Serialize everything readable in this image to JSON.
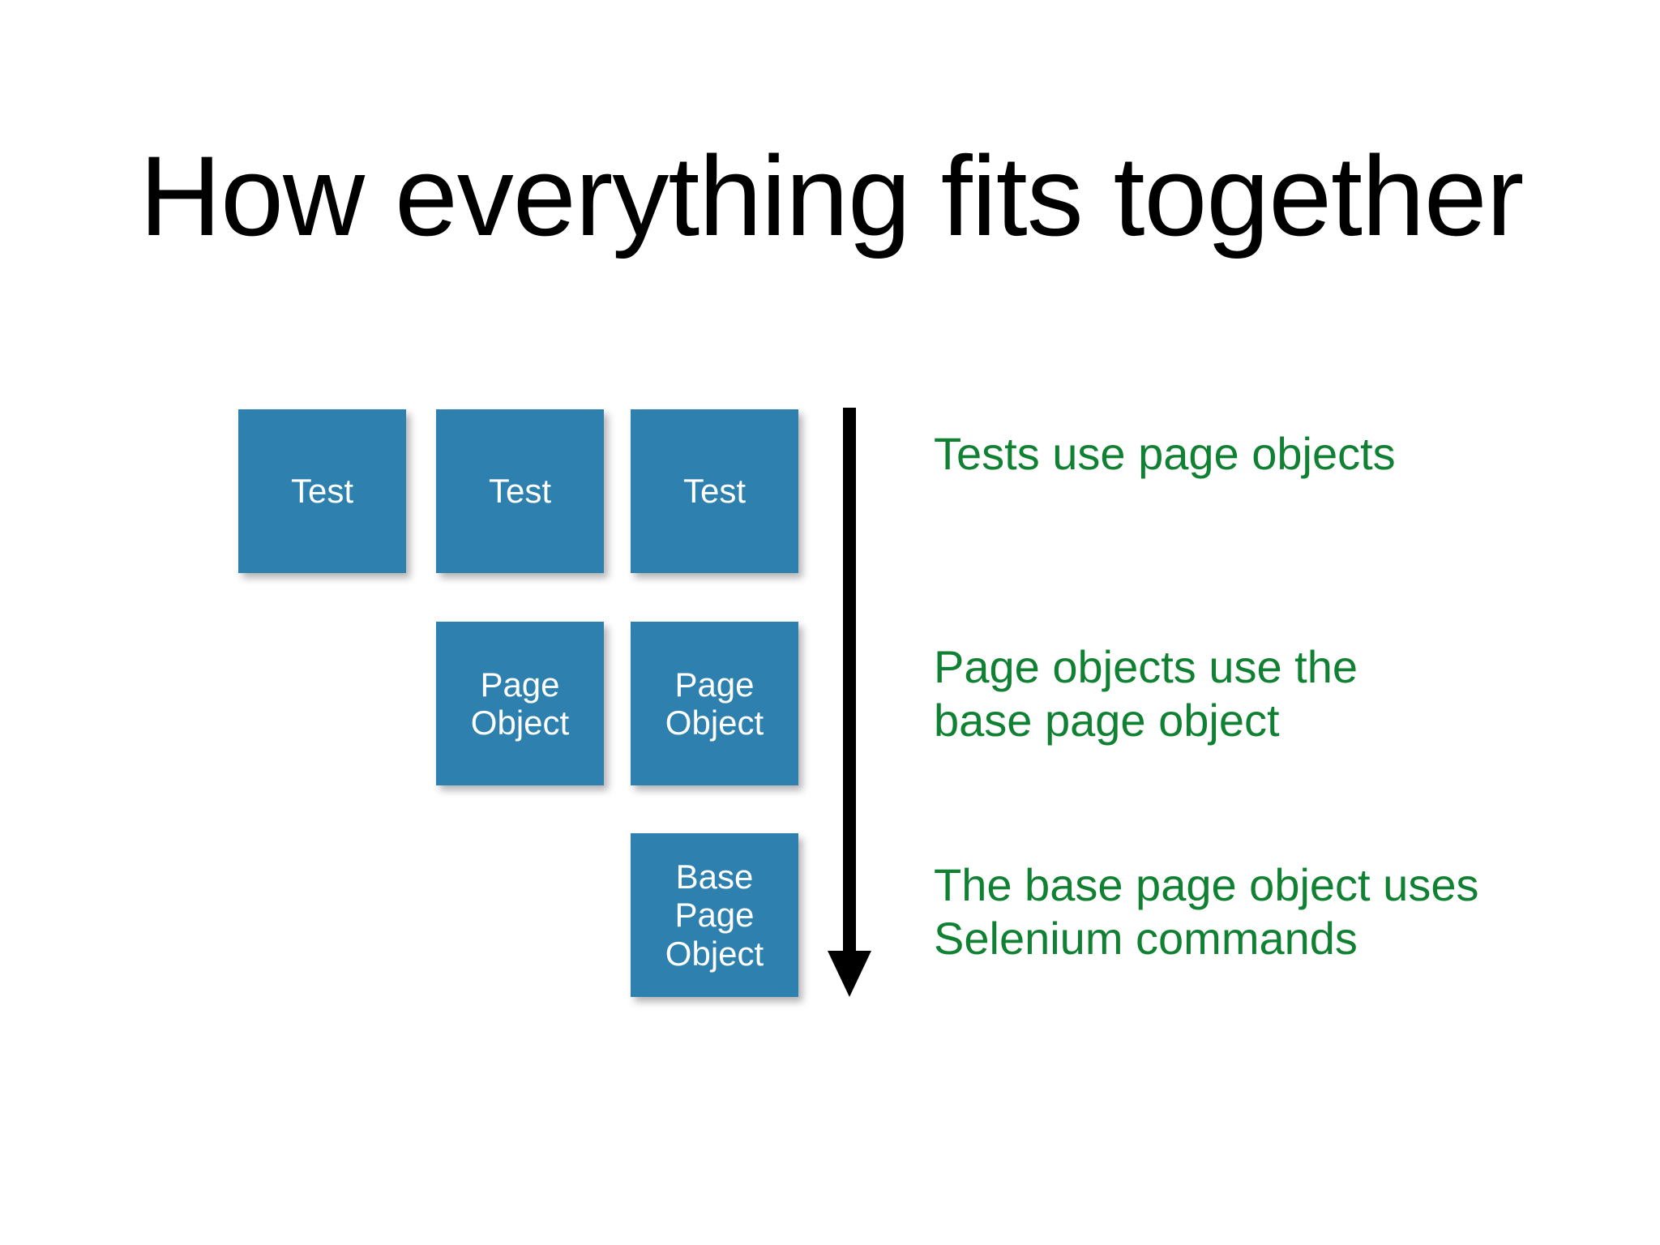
{
  "slide": {
    "title": "How everything fits together",
    "background_color": "#ffffff",
    "box_color": "#2e80af",
    "box_text_color": "#ffffff",
    "annotation_color": "#108033",
    "arrow_color": "#000000"
  },
  "diagram": {
    "nodes": [
      {
        "id": "test-1",
        "label": "Test",
        "row": 1,
        "col": 1
      },
      {
        "id": "test-2",
        "label": "Test",
        "row": 1,
        "col": 2
      },
      {
        "id": "test-3",
        "label": "Test",
        "row": 1,
        "col": 3
      },
      {
        "id": "po-1",
        "label": "Page\nObject",
        "row": 2,
        "col": 2
      },
      {
        "id": "po-2",
        "label": "Page\nObject",
        "row": 2,
        "col": 3
      },
      {
        "id": "base-po",
        "label": "Base\nPage\nObject",
        "row": 3,
        "col": 3
      }
    ],
    "arrow": {
      "name": "downward-dependency-arrow",
      "direction": "down"
    }
  },
  "annotations": [
    {
      "id": "annotation-1",
      "text": "Tests use page objects"
    },
    {
      "id": "annotation-2",
      "text": "Page objects use the\nbase page object"
    },
    {
      "id": "annotation-3",
      "text": "The base page object uses\nSelenium commands"
    }
  ]
}
